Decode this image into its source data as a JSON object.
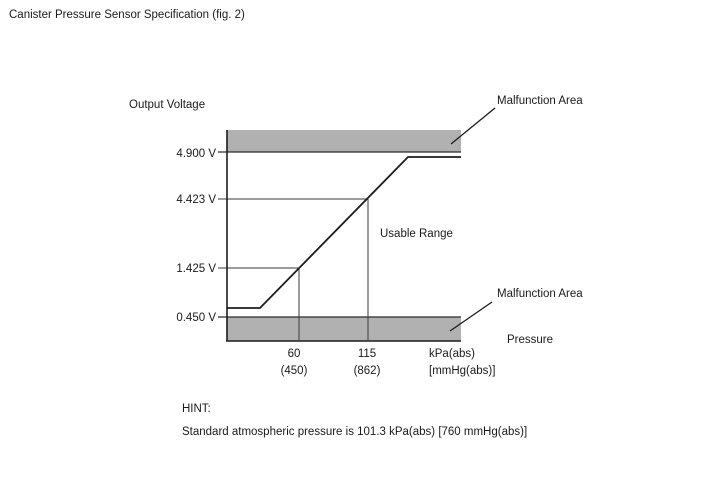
{
  "title": "Canister Pressure Sensor Specification (fig. 2)",
  "chart": {
    "y_axis_title": "Output Voltage",
    "x_axis_title": "Pressure",
    "y_ticks": [
      "4.900 V",
      "4.423 V",
      "1.425 V",
      "0.450 V"
    ],
    "x_ticks": [
      {
        "primary": "60",
        "secondary": "(450)"
      },
      {
        "primary": "115",
        "secondary": "(862)"
      }
    ],
    "x_units": {
      "primary": "kPa(abs)",
      "secondary": "[mmHg(abs)]"
    },
    "usable_range_label": "Usable Range",
    "malfunction_label_top": "Malfunction Area",
    "malfunction_label_bottom": "Malfunction Area",
    "band_color": "#b1b1b1",
    "line_color": "#1c1c1c"
  },
  "hint": {
    "label": "HINT:",
    "text": "Standard atmospheric pressure is 101.3 kPa(abs) [760 mmHg(abs)]"
  },
  "chart_data": {
    "type": "line",
    "title": "Canister Pressure Sensor Specification (fig. 2)",
    "xlabel": "Pressure",
    "x_units": [
      "kPa(abs)",
      "[mmHg(abs)]"
    ],
    "ylabel": "Output Voltage",
    "x_tick_values": [
      {
        "kpa": 60,
        "mmhg": 450
      },
      {
        "kpa": 115,
        "mmhg": 862
      }
    ],
    "y_tick_values_volts": [
      0.45,
      1.425,
      4.423,
      4.9
    ],
    "series": [
      {
        "name": "sensor-output-characteristic",
        "segments": [
          {
            "type": "flat-low",
            "v_approx": 0.5
          },
          {
            "type": "linear",
            "points": [
              {
                "kpa": 60,
                "v": 1.425
              },
              {
                "kpa": 115,
                "v": 4.423
              }
            ]
          },
          {
            "type": "flat-high",
            "v_approx": 4.85
          }
        ]
      }
    ],
    "bands": [
      {
        "label": "Malfunction Area",
        "region": "v >= 4.900"
      },
      {
        "label": "Malfunction Area",
        "region": "v <= 0.450"
      }
    ],
    "annotations": [
      "Usable Range"
    ],
    "note": "Standard atmospheric pressure is 101.3 kPa(abs) [760 mmHg(abs)]",
    "grid": false,
    "legend": false
  }
}
